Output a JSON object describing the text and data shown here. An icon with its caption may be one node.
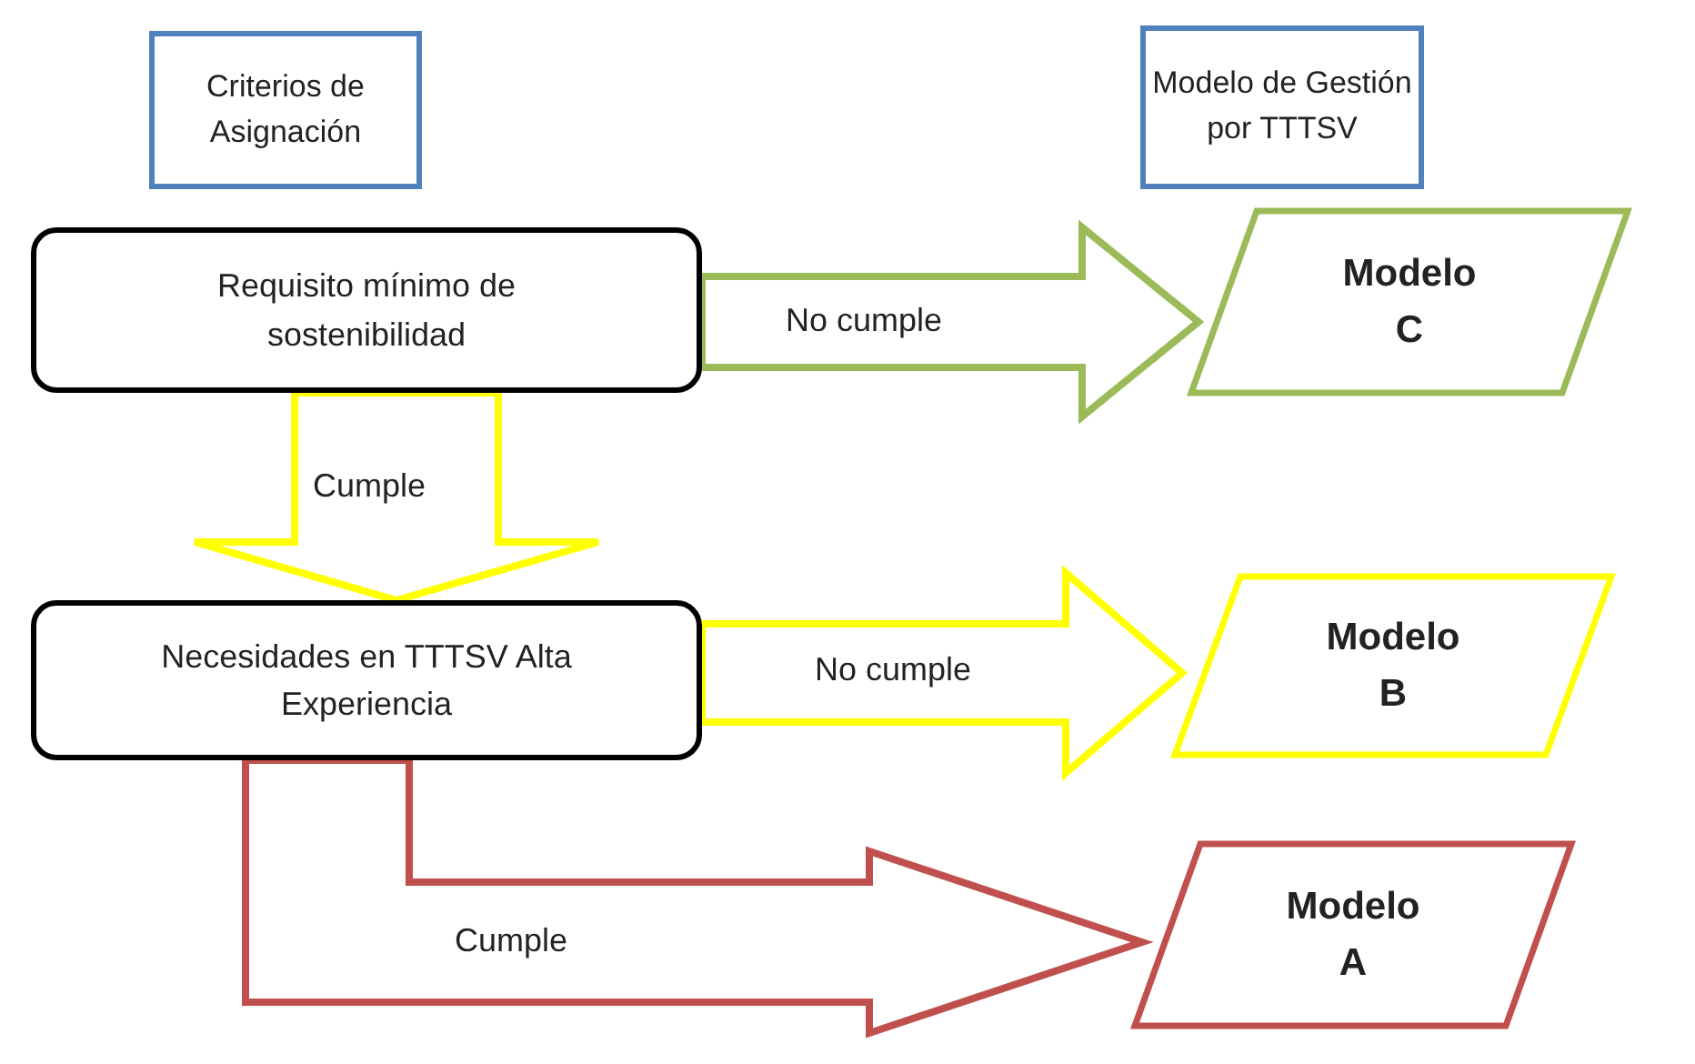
{
  "diagram": {
    "nodes": [
      {
        "text": [
          "Criterios de Asignación"
        ]
      },
      {
        "text": [
          "Modelo de Gestión por TTTSV"
        ]
      },
      {
        "text": [
          "Requisito mínimo de sostenibilidad"
        ]
      },
      {
        "text": [
          "Modelo C"
        ]
      },
      {
        "text": [
          "Necesidades en TTTSV Alta Experiencia"
        ]
      },
      {
        "text": [
          "Modelo B"
        ]
      },
      {
        "text": [
          "Modelo A"
        ]
      }
    ],
    "edges": [
      {
        "from": 2,
        "to": 3,
        "arrow": "to",
        "label": "No cumple",
        "style": "thick",
        "color": "#9bbb59"
      },
      {
        "from": 2,
        "to": 4,
        "arrow": "to",
        "label": "Cumple",
        "style": "thick",
        "color": "#ffff00"
      },
      {
        "from": 4,
        "to": 5,
        "arrow": "to",
        "label": "No cumple",
        "style": "thick",
        "color": "#ffff00"
      },
      {
        "from": 4,
        "to": 6,
        "arrow": "to",
        "label": "Cumple",
        "style": "thick",
        "color": "#c0504d"
      }
    ]
  }
}
